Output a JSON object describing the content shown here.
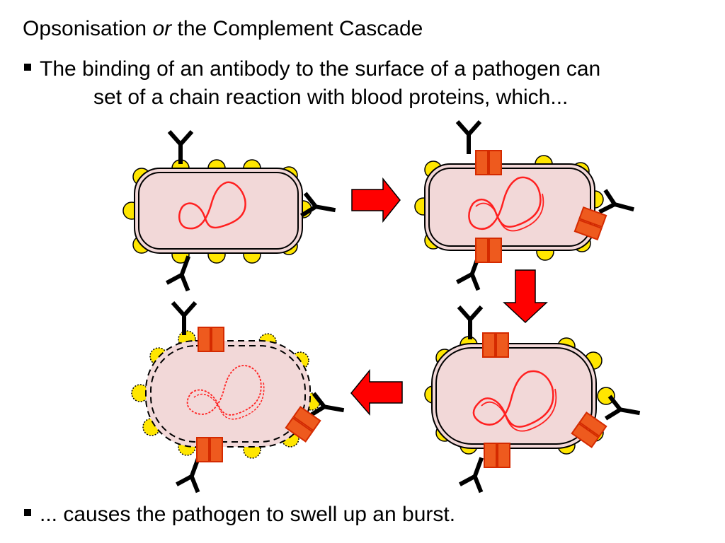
{
  "slide": {
    "title_part1": "Opsonisation",
    "title_emph": "or",
    "title_part2": "the Complement Cascade",
    "bullet1_line1": "The binding of an antibody to the surface of a pathogen can",
    "bullet1_line2": "set of a chain reaction with blood proteins, which...",
    "bullet2": "... causes the pathogen to swell up an burst."
  },
  "colors": {
    "cell_fill": "#f2d8d8",
    "antigen": "#ffe600",
    "complement": "#ee5a1e",
    "arrow": "#ff0000",
    "dna": "#ff2020"
  }
}
